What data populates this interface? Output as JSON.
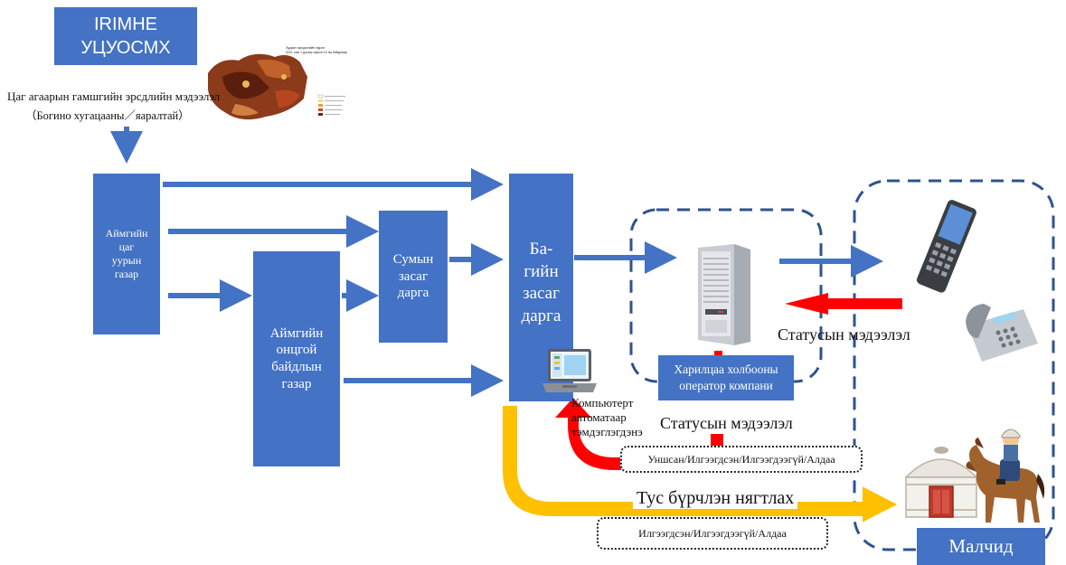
{
  "irimhe": {
    "line1": "IRIMHE",
    "line2": "УЦУОСМХ"
  },
  "map": {
    "title_line1": "Зудын эрсдэлийн зураг",
    "title_line2": "2021 оны 1 дүгээр сарын 10-ны байдлаар"
  },
  "risk_info": {
    "line1": "Цаг агаарын гамшгийн эрсдлийн мэдээлэл",
    "line2": "（Богино хугацааны／яаралтай）"
  },
  "boxes": {
    "aimag_weather": [
      "Аймгийн",
      "цаг",
      "уурын",
      "газар"
    ],
    "aimag_emergency": [
      "Аймгийн",
      "онцгой",
      "байдлын",
      "газар"
    ],
    "sum_governor": [
      "Сумын",
      "засаг",
      "дарга"
    ],
    "bag_governor": [
      "Ба-",
      "гийн",
      "засаг",
      "дарга"
    ],
    "operator": [
      "Харилцаа холбооны",
      "оператор компани"
    ],
    "herders": "Малчид"
  },
  "labels": {
    "computer": [
      "Компьютерт",
      "автоматаар",
      "тэмдэглэгдэнэ"
    ],
    "status_right": "Статусын мэдээлэл",
    "status_bottom": "Статусын мэдээлэл",
    "status_values_1": "Уншсан/Илгээгдсэн/Илгээгдээгүй/Алдаа",
    "confirm": "Тус бүрчлэн нягтлах",
    "status_values_2": "Илгээгдсэн/Илгээгдээгүй/Алдаа"
  },
  "colors": {
    "box_blue": "#4472c4",
    "arrow_blue": "#4472c4",
    "arrow_red": "#ff0000",
    "arrow_yellow": "#ffc000",
    "dash_blue": "#2f528f"
  },
  "icons": [
    "map-image",
    "server-icon",
    "laptop-icon",
    "mobile-phone-icon",
    "desk-phone-icon",
    "ger-icon",
    "herder-on-horse-icon"
  ]
}
